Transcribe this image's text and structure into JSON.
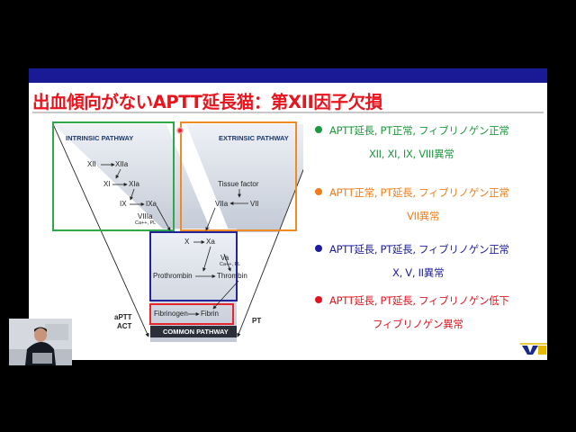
{
  "slide": {
    "title": "出血傾向がないAPTT延長猫：第XII因子欠損"
  },
  "diagram": {
    "intrinsic_header": "INTRINSIC PATHWAY",
    "extrinsic_header": "EXTRINSIC PATHWAY",
    "common_header": "COMMON PATHWAY",
    "aptt_label": "aPTT",
    "act_label": "ACT",
    "pt_label": "PT",
    "xii": "XII",
    "xiia": "XIIa",
    "xi": "XI",
    "xia": "XIa",
    "ix": "IX",
    "ixa": "IXa",
    "viiia": "VIIIa",
    "viiia_sub": "Ca++, PL",
    "tissue_factor": "Tissue factor",
    "viia": "VIIa",
    "vii": "VII",
    "x": "X",
    "xa": "Xa",
    "va": "Va",
    "va_sub": "Ca++, PL",
    "prothrombin": "Prothrombin",
    "thrombin": "Thrombin",
    "fibrinogen": "Fibrinogen",
    "fibrin": "Fibrin",
    "colors": {
      "intrinsic": "#2da84a",
      "extrinsic": "#ef8a24",
      "common": "#23239b",
      "fibrin": "#e8262e"
    }
  },
  "items": [
    {
      "color": "#1c9a3c",
      "line1": "APTT延長, PT正常, フィブリノゲン正常",
      "line2": "XII, XI, IX, VIII異常"
    },
    {
      "color": "#f07d19",
      "line1": "APTT正常, PT延長, フィブリノゲン正常",
      "line2": "VII異常"
    },
    {
      "color": "#1c1c9c",
      "line1": "APTT延長, PT延長, フィブリノゲン正常",
      "line2": "X, V, II異常"
    },
    {
      "color": "#e0141e",
      "line1": "APTT延長, PT延長, フィブリノゲン低下",
      "line2": "フィブリノゲン異常"
    }
  ]
}
